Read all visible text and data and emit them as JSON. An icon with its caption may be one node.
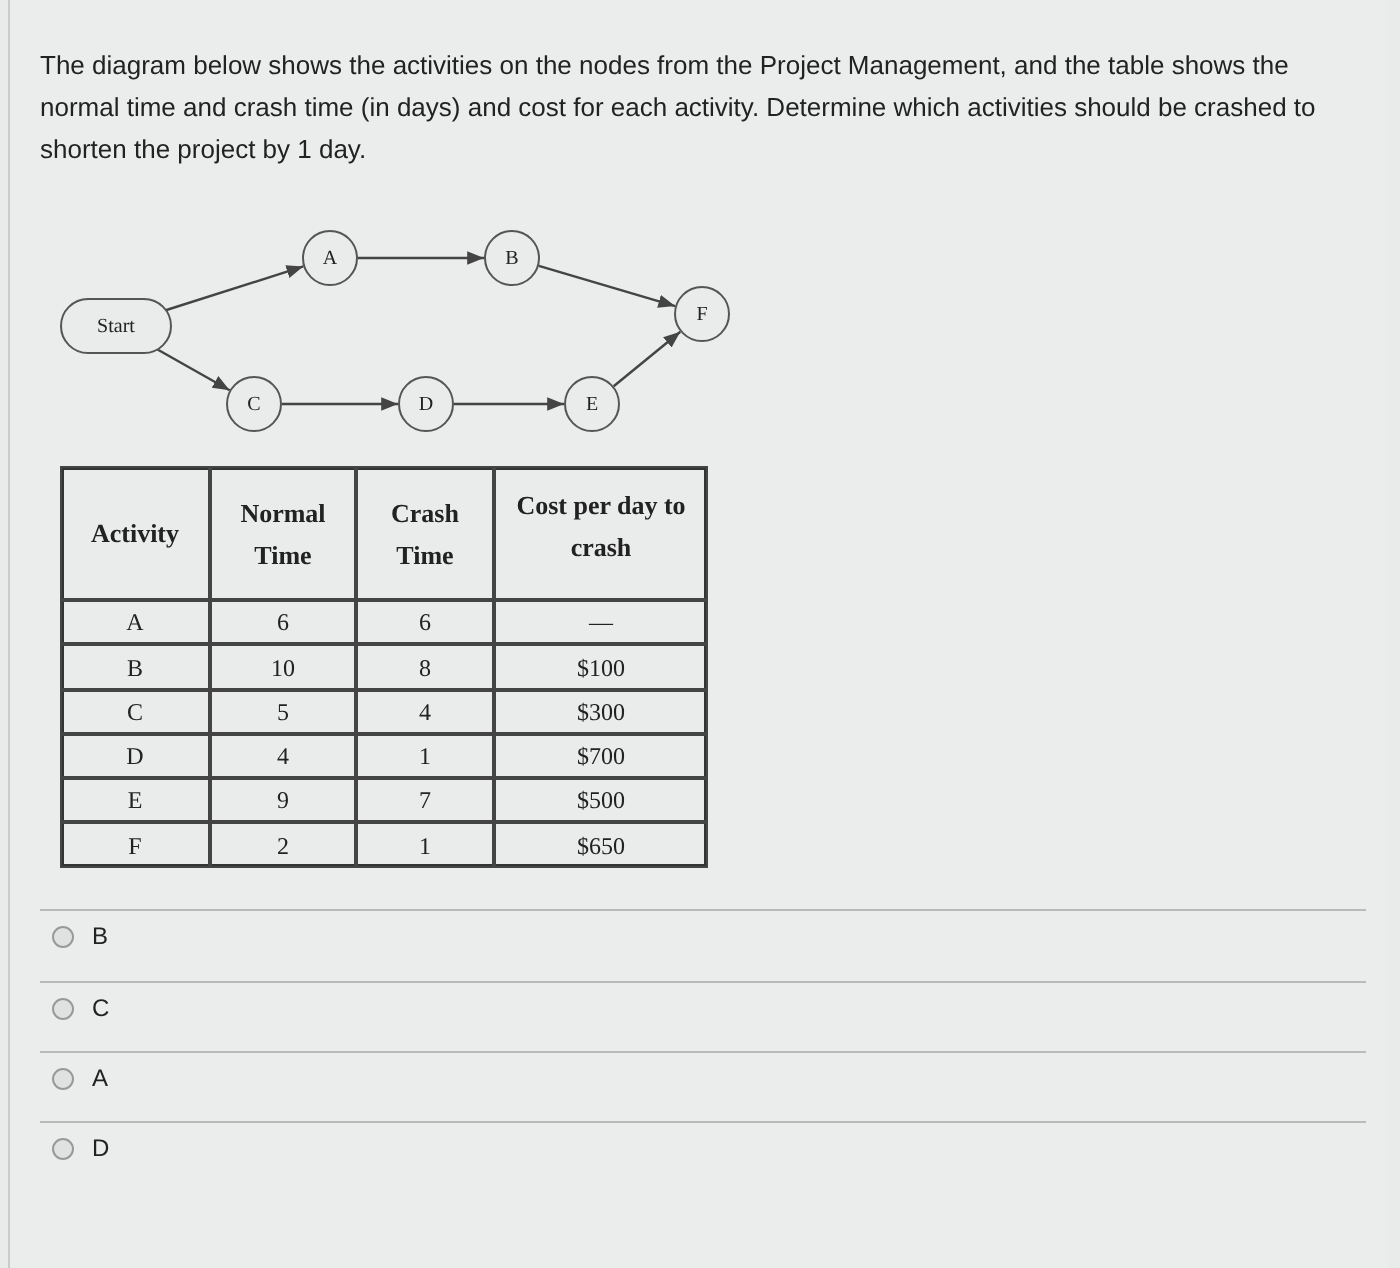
{
  "diagram": {
    "nodes": [
      {
        "text": [
          "Start"
        ]
      },
      {
        "text": [
          "A"
        ]
      },
      {
        "text": [
          "B"
        ]
      },
      {
        "text": [
          "C"
        ]
      },
      {
        "text": [
          "D"
        ]
      },
      {
        "text": [
          "E"
        ]
      },
      {
        "text": [
          "F"
        ]
      }
    ],
    "edges": [
      {
        "from": 0,
        "to": 1,
        "arrow": "to"
      },
      {
        "from": 1,
        "to": 2,
        "arrow": "to"
      },
      {
        "from": 2,
        "to": 6,
        "arrow": "to"
      },
      {
        "from": 0,
        "to": 3,
        "arrow": "to"
      },
      {
        "from": 3,
        "to": 4,
        "arrow": "to"
      },
      {
        "from": 4,
        "to": 5,
        "arrow": "to"
      },
      {
        "from": 5,
        "to": 6,
        "arrow": "to"
      }
    ],
    "labels": [
      "The diagram below shows the activities on the nodes from the Project Management, and the table shows the normal time and crash time (in days) and cost for each activity. Determine which activities should be crashed to shorten the project by 1 day.",
      "Activity",
      "Normal Time",
      "Crash Time",
      "Cost per day to crash",
      "A",
      "6",
      "6",
      "—",
      "B",
      "10",
      "8",
      "$100",
      "C",
      "5",
      "4",
      "$300",
      "D",
      "4",
      "1",
      "$700",
      "E",
      "9",
      "7",
      "$500",
      "F",
      "2",
      "1",
      "$650",
      "B",
      "C",
      "A",
      "D"
    ]
  }
}
